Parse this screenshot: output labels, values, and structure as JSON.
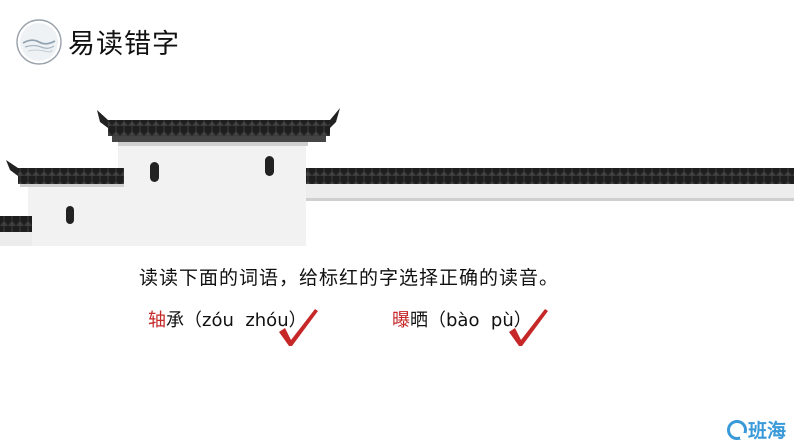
{
  "title": {
    "text": "易读错字",
    "logo_icon": "landscape-circle-icon"
  },
  "decoration": {
    "illustration": "chinese-wall-ink-icon"
  },
  "instruction": {
    "text": "读读下面的词语，给标红的字选择正确的读音。"
  },
  "words": [
    {
      "highlight": "轴",
      "rest": "承",
      "open_paren": "（",
      "option_a": "zóu",
      "option_b": "zhóu",
      "close_paren": "）",
      "checked": "zhóu",
      "check_icon": "checkmark-icon"
    },
    {
      "highlight": "曝",
      "rest": "晒",
      "open_paren": "（",
      "option_a": "bào",
      "option_b": "pù",
      "close_paren": "）",
      "checked": "pù",
      "check_icon": "checkmark-icon"
    }
  ],
  "brand": {
    "text": "班海",
    "icon": "brand-logo-icon"
  },
  "colors": {
    "highlight": "#c62828",
    "check": "#c62828",
    "brand": "#3a9ad9"
  }
}
